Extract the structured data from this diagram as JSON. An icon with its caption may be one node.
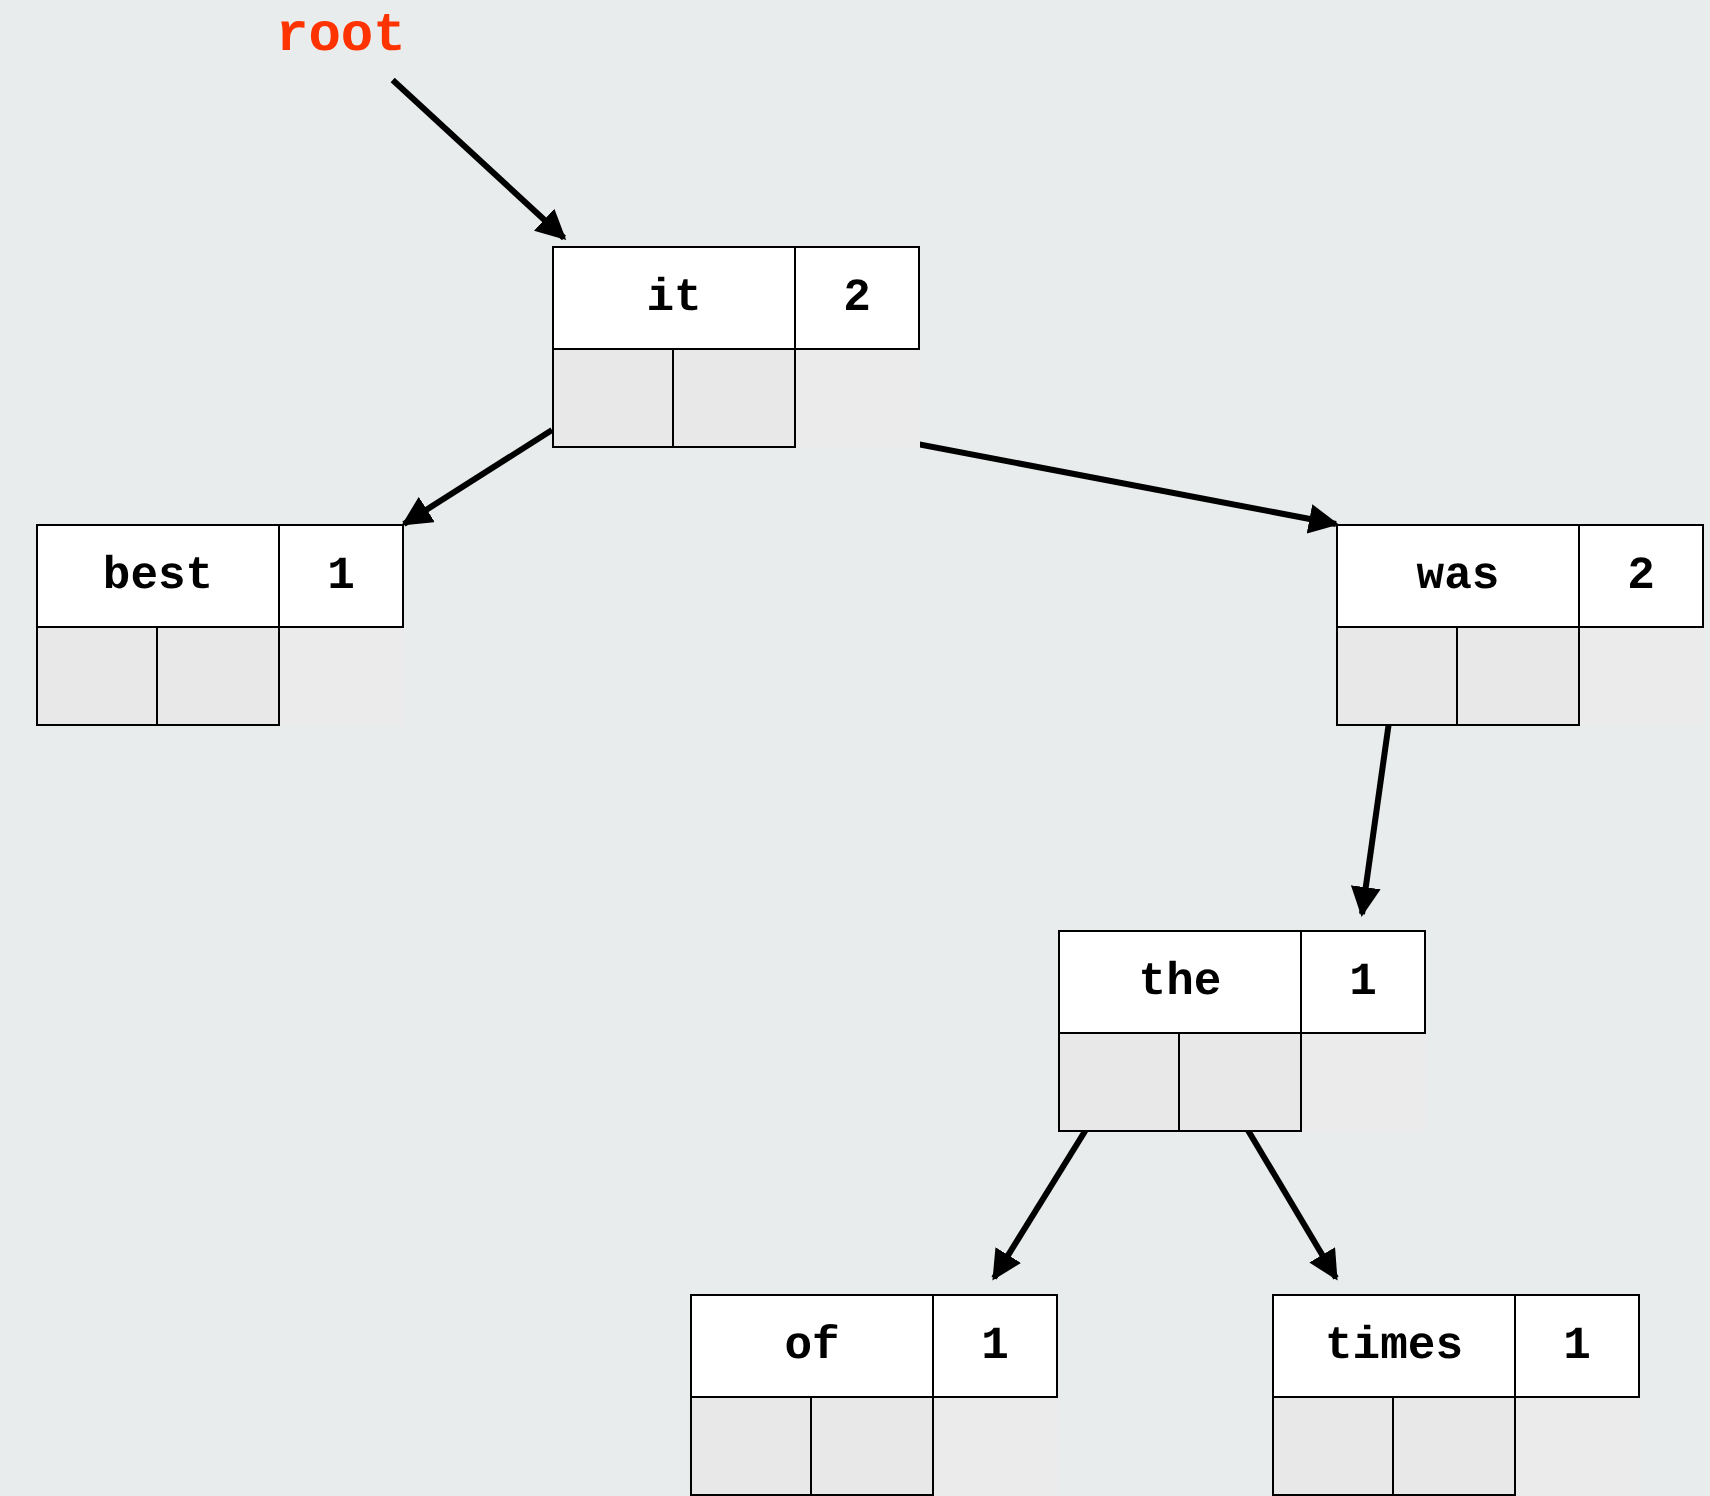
{
  "diagram": {
    "nodes": [
      {
        "text": [
          "root"
        ]
      },
      {
        "text": [
          "it",
          "2"
        ]
      },
      {
        "text": [
          "best",
          "1"
        ]
      },
      {
        "text": [
          "was",
          "2"
        ]
      },
      {
        "text": [
          "the",
          "1"
        ]
      },
      {
        "text": [
          "of",
          "1"
        ]
      },
      {
        "text": [
          "times",
          "1"
        ]
      }
    ],
    "edges": [
      {
        "from": 0,
        "to": 1,
        "arrow": "to"
      },
      {
        "from": 1,
        "to": 2,
        "arrow": "to"
      },
      {
        "from": 1,
        "to": 3,
        "arrow": "to"
      },
      {
        "from": 3,
        "to": 4,
        "arrow": "to"
      },
      {
        "from": 4,
        "to": 5,
        "arrow": "to"
      },
      {
        "from": 4,
        "to": 6,
        "arrow": "to"
      }
    ]
  }
}
